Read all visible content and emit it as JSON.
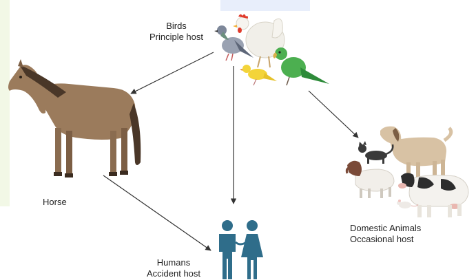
{
  "birds": {
    "name": "Birds",
    "role": "Principle host"
  },
  "horse": {
    "name": "Horse"
  },
  "humans": {
    "name": "Humans",
    "role": "Accident host"
  },
  "domestic": {
    "name": "Domestic Animals",
    "role": "Occasional host"
  },
  "colors": {
    "arrow": "#333333",
    "human_figure": "#2f6d8a",
    "horse_body": "#9b7b5c",
    "horse_mane": "#4a3728",
    "parrot": "#4caf50",
    "canary": "#f3d43a",
    "pigeon": "#8a94a6",
    "hen": "#f1efe9"
  },
  "icons": [
    "bird-group-icon",
    "horse-icon",
    "humans-icon",
    "domestic-animals-icon"
  ]
}
